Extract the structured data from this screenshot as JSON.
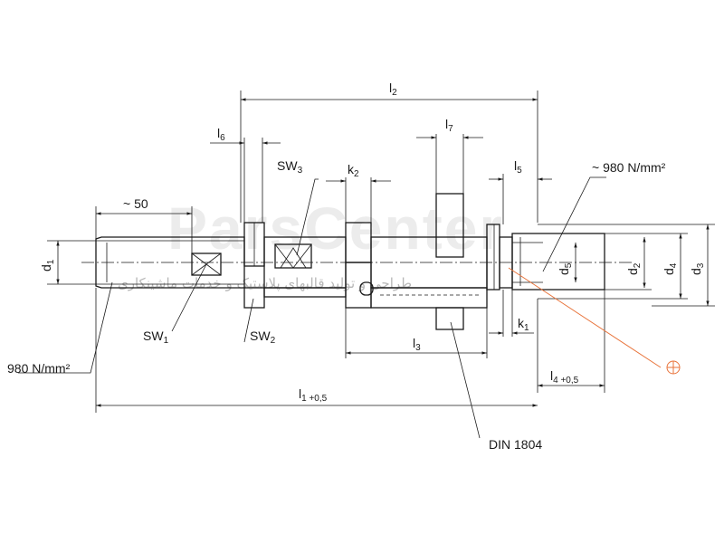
{
  "labels": {
    "l2": "l",
    "l2_sub": "2",
    "l6": "l",
    "l6_sub": "6",
    "l7": "l",
    "l7_sub": "7",
    "sw3": "SW",
    "sw3_sub": "3",
    "k2": "k",
    "k2_sub": "2",
    "l5": "l",
    "l5_sub": "5",
    "strength_top": "~ 980 N/mm²",
    "approx_50": "~ 50",
    "d1": "d",
    "d1_sub": "1",
    "d5": "d",
    "d5_sub": "5",
    "d2": "d",
    "d2_sub": "2",
    "d4": "d",
    "d4_sub": "4",
    "d3": "d",
    "d3_sub": "3",
    "sw1": "SW",
    "sw1_sub": "1",
    "sw2": "SW",
    "sw2_sub": "2",
    "l3": "l",
    "l3_sub": "3",
    "k1": "k",
    "k1_sub": "1",
    "strength_left": "980 N/mm²",
    "l4": "l",
    "l4_sub": "4",
    "l4_tol": " +0,5",
    "l1": "l",
    "l1_sub": "1",
    "l1_tol": " +0,5",
    "din": "DIN 1804"
  },
  "watermark": {
    "brand": "ParsCenter",
    "tagline": "طراحی و تولید قالبهای پلاستیک و خدمات ماشینکاری"
  },
  "colors": {
    "line": "#1a1a1a",
    "leader_accent": "#e8733a",
    "watermark": "#c9c9c9"
  }
}
